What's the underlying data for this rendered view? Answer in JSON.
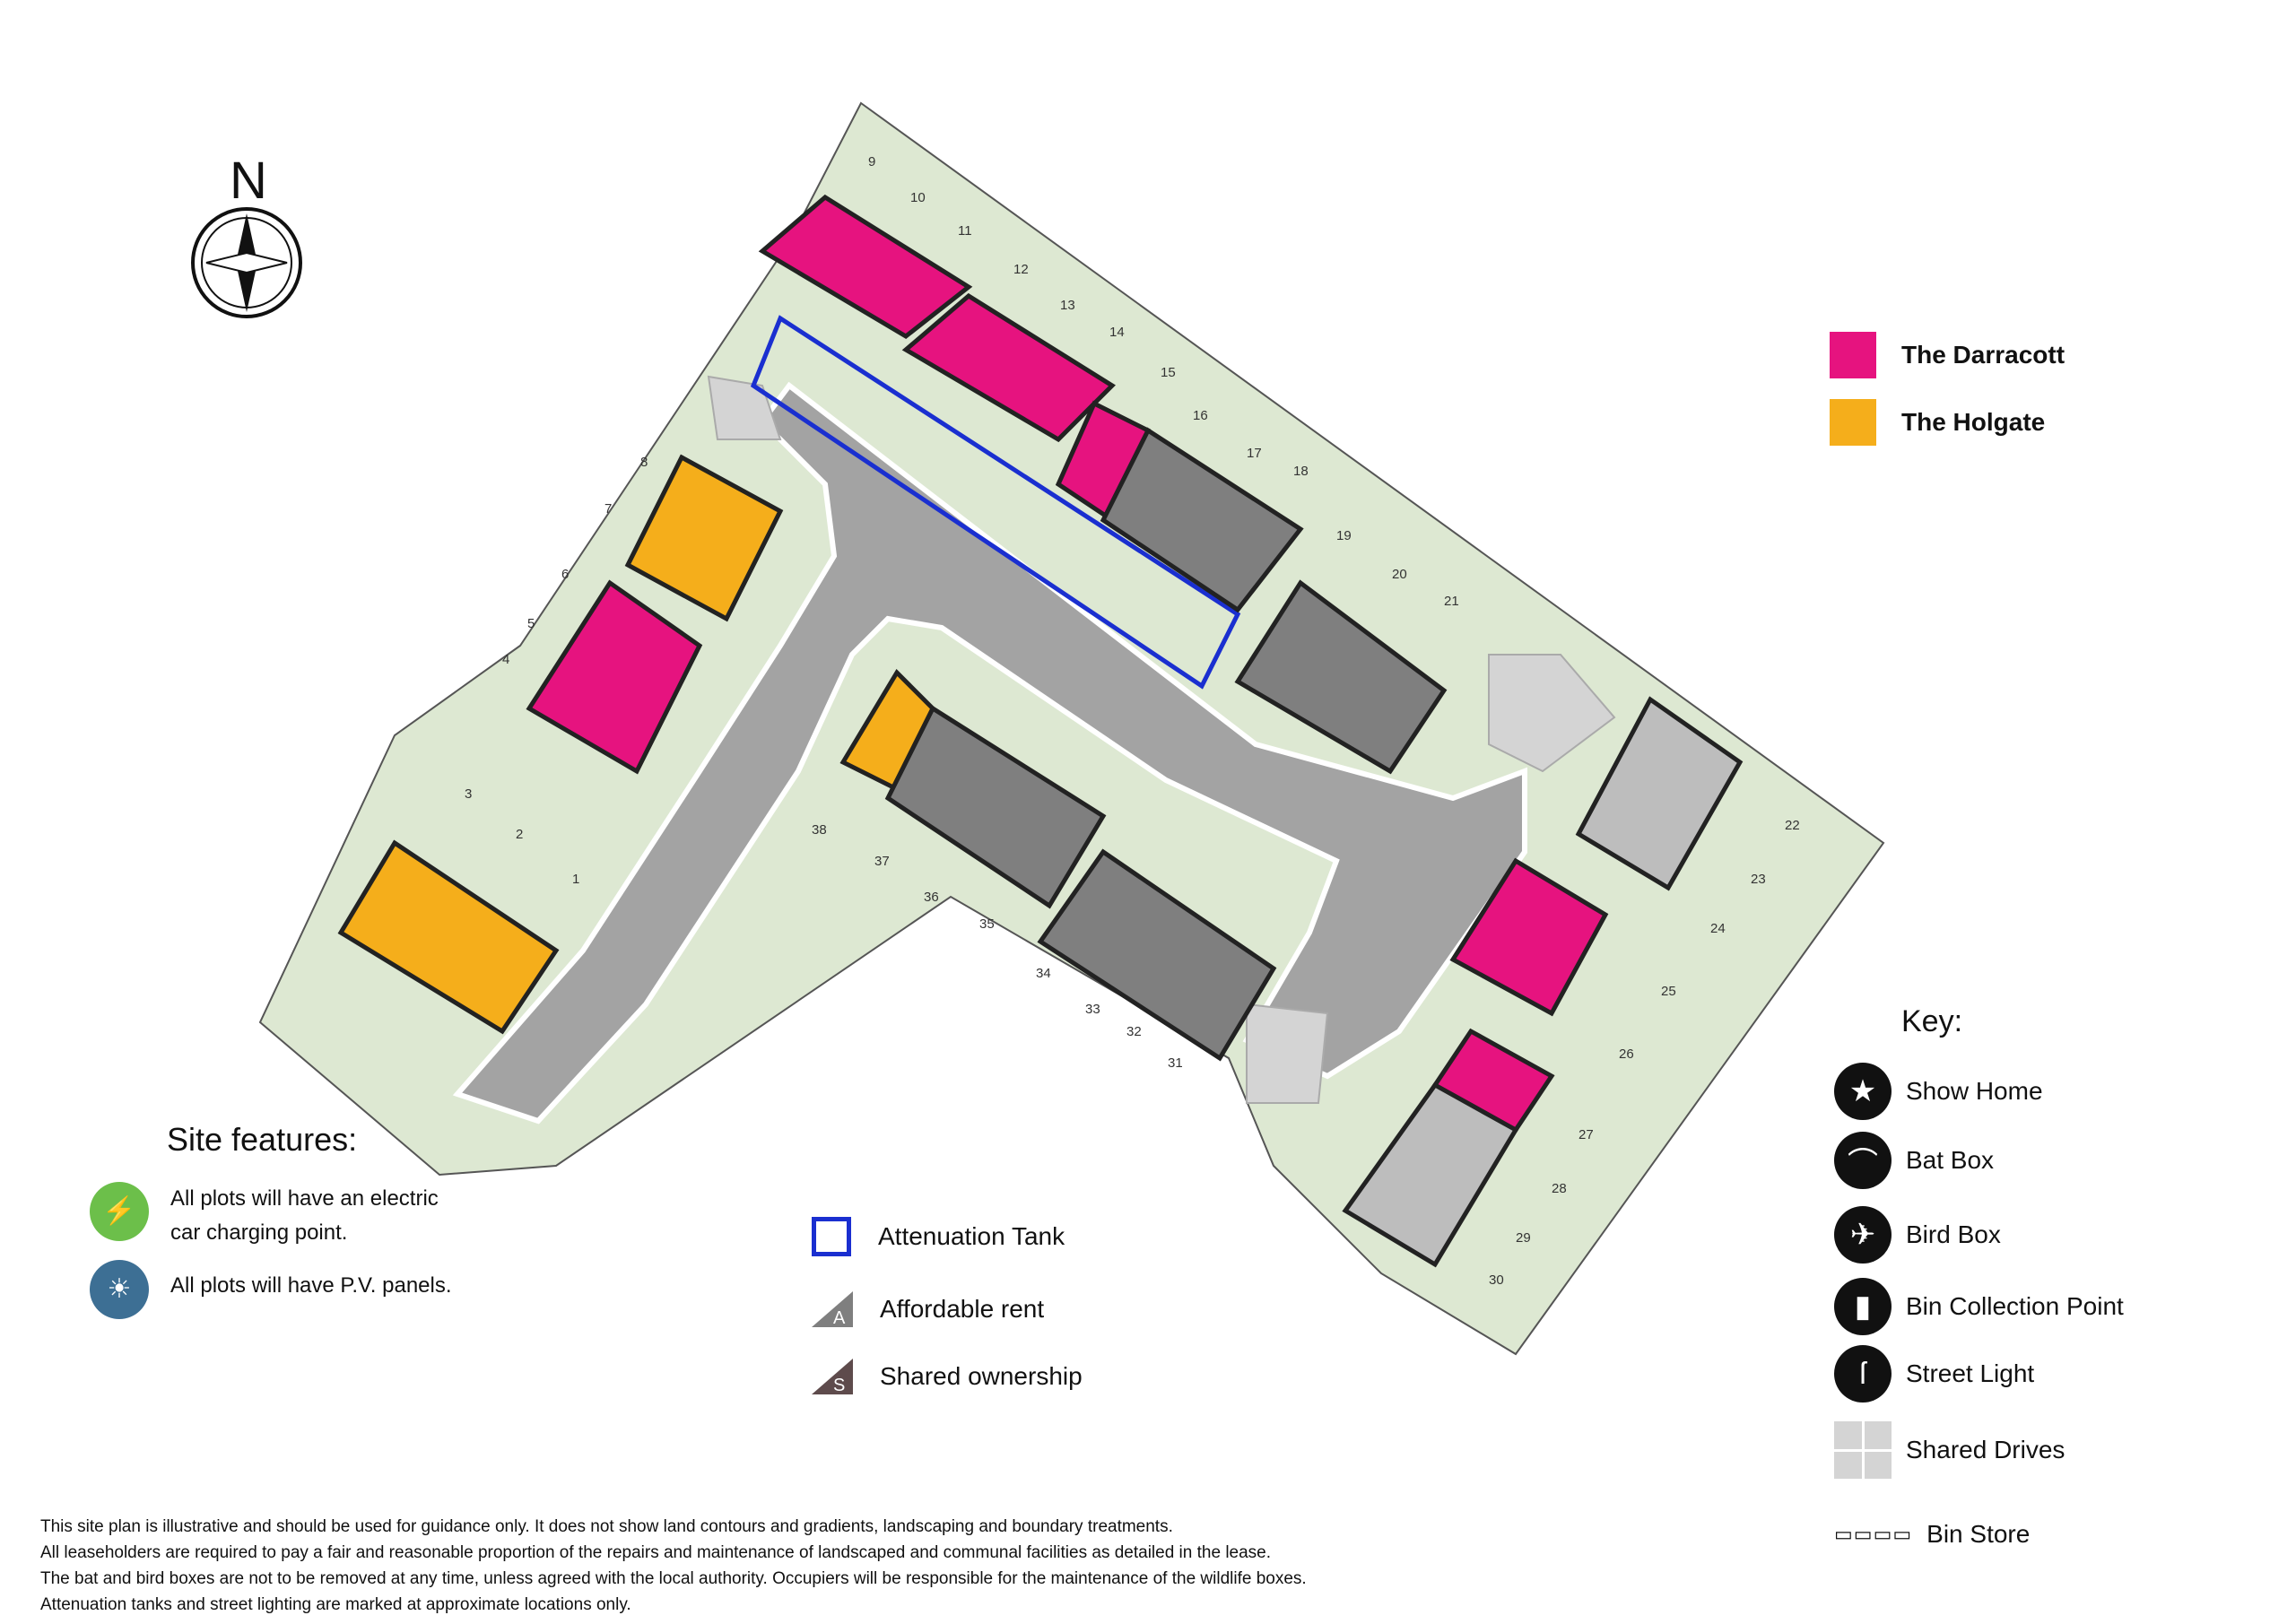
{
  "north_label": "N",
  "house_types": [
    {
      "label": "The Darracott",
      "color": "#e6137f"
    },
    {
      "label": "The Holgate",
      "color": "#f5ae1b"
    }
  ],
  "key": {
    "title": "Key:",
    "items": [
      {
        "label": "Show Home",
        "icon": "star-icon"
      },
      {
        "label": "Bat Box",
        "icon": "bat-icon"
      },
      {
        "label": "Bird Box",
        "icon": "bird-icon"
      },
      {
        "label": "Bin Collection Point",
        "icon": "bin-icon"
      },
      {
        "label": "Street Light",
        "icon": "street-light-icon"
      },
      {
        "label": "Shared Drives",
        "icon": "shared-drive-icon"
      },
      {
        "label": "Bin Store",
        "icon": "bin-store-icon"
      }
    ]
  },
  "site_features": {
    "title": "Site features:",
    "items": [
      {
        "line1": "All plots will have an electric",
        "line2": "car charging point.",
        "icon": "car-charging-icon",
        "color": "#6cbf4a"
      },
      {
        "line1": "All plots will have P.V. panels.",
        "line2": "",
        "icon": "solar-panel-icon",
        "color": "#3d6f94"
      }
    ]
  },
  "tenure_legend": [
    {
      "label": "Attenuation Tank",
      "icon": "attenuation-tank-icon",
      "color": "#1a2fd0"
    },
    {
      "label": "Affordable rent",
      "letter": "A",
      "icon": "affordable-rent-icon"
    },
    {
      "label": "Shared ownership",
      "letter": "S",
      "icon": "shared-ownership-icon"
    }
  ],
  "disclaimer": [
    "This site plan is illustrative and should be used for guidance only. It does not show land contours and gradients, landscaping and boundary treatments.",
    "All leaseholders are required to pay a fair and reasonable proportion of the repairs and maintenance of landscaped and communal facilities as detailed in the lease.",
    "The bat and bird boxes are not to be removed at any time, unless agreed with the local authority. Occupiers will be responsible for the maintenance of the wildlife boxes.",
    "Attenuation tanks and street lighting are marked at approximate locations only."
  ],
  "plot_numbers": [
    "1",
    "2",
    "3",
    "4",
    "5",
    "6",
    "7",
    "8",
    "9",
    "10",
    "11",
    "12",
    "13",
    "14",
    "15",
    "16",
    "17",
    "18",
    "19",
    "20",
    "21",
    "22",
    "23",
    "24",
    "25",
    "26",
    "27",
    "28",
    "29",
    "30",
    "31",
    "32",
    "33",
    "34",
    "35",
    "36",
    "37",
    "38"
  ],
  "colors": {
    "garden": "#dde8d2",
    "road": "#a3a3a3",
    "shared_drive": "#d4d4d4",
    "affordable": "#7f7f7f",
    "shared": "#5e4b4c",
    "darracott": "#e6137f",
    "darracott_light": "#f07ab8",
    "holgate": "#f5ae1b",
    "holgate_light": "#f9d58c"
  }
}
